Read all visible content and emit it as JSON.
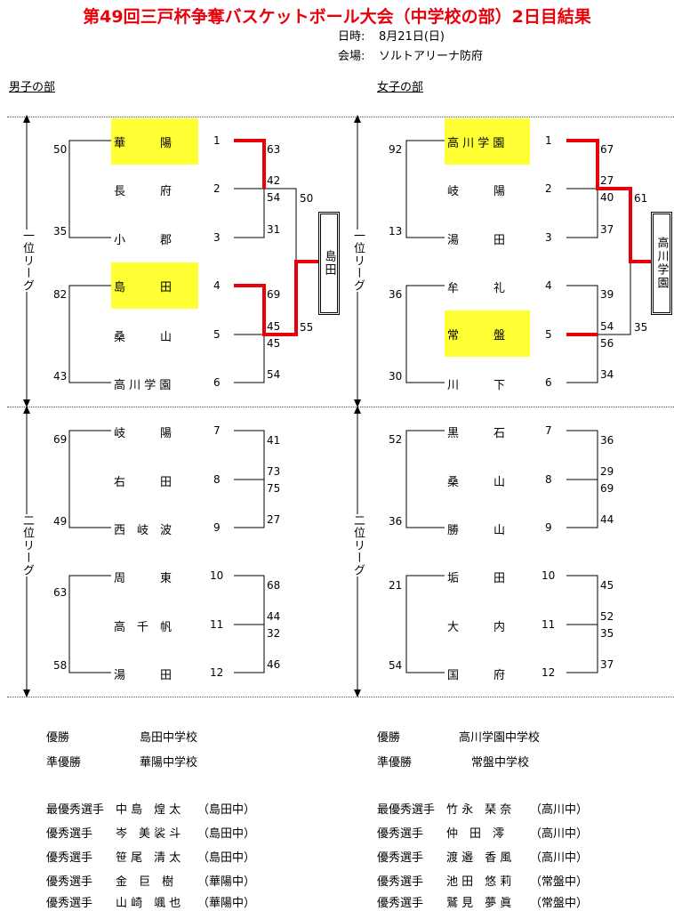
{
  "title": "第49回三戸杯争奪バスケットボール大会（中学校の部）2日目結果",
  "date_label": "日時:",
  "date_value": "8月21日(日)",
  "venue_label": "会場:",
  "venue_value": "ソルトアリーナ防府",
  "boys": {
    "header": "男子の部",
    "league1_label": "一位リーグ",
    "league2_label": "二位リーグ",
    "teams": [
      "華　　　陽",
      "長　　　府",
      "小　　　郡",
      "島　　　田",
      "桑　　　山",
      "高 川 学 園",
      "岐　　　陽",
      "右　　　田",
      "西　岐　波",
      "周　　　東",
      "高　千　帆",
      "湯　　　田"
    ],
    "numbers": [
      "1",
      "2",
      "3",
      "4",
      "5",
      "6",
      "7",
      "8",
      "9",
      "10",
      "11",
      "12"
    ],
    "left_scores": [
      "50",
      "35",
      "82",
      "43",
      "69",
      "49",
      "63",
      "58"
    ],
    "right_scores": [
      "63",
      "42",
      "54",
      "31",
      "69",
      "45",
      "45",
      "54",
      "41",
      "73",
      "75",
      "27",
      "68",
      "44",
      "32",
      "46"
    ],
    "final_scores": [
      "50",
      "55"
    ],
    "winner": "島田"
  },
  "girls": {
    "header": "女子の部",
    "league1_label": "一位リーグ",
    "league2_label": "二位リーグ",
    "teams": [
      "高 川 学 園",
      "岐　　　陽",
      "湯　　　田",
      "牟　　　礼",
      "常　　　盤",
      "川　　　下",
      "黒　　　石",
      "桑　　　山",
      "勝　　　山",
      "垢　　　田",
      "大　　　内",
      "国　　　府"
    ],
    "numbers": [
      "1",
      "2",
      "3",
      "4",
      "5",
      "6",
      "7",
      "8",
      "9",
      "10",
      "11",
      "12"
    ],
    "left_scores": [
      "92",
      "13",
      "36",
      "30",
      "52",
      "36",
      "21",
      "54"
    ],
    "right_scores": [
      "67",
      "27",
      "40",
      "37",
      "39",
      "54",
      "56",
      "34",
      "36",
      "29",
      "69",
      "44",
      "45",
      "52",
      "35",
      "37"
    ],
    "final_scores": [
      "61",
      "35"
    ],
    "winner": "高川学園"
  },
  "results_boys": [
    {
      "label": "優勝",
      "value": "島田中学校"
    },
    {
      "label": "準優勝",
      "value": "華陽中学校"
    }
  ],
  "results_girls": [
    {
      "label": "優勝",
      "value": "高川学園中学校"
    },
    {
      "label": "準優勝",
      "value": "常盤中学校"
    }
  ],
  "players_boys": [
    {
      "label": "最優秀選手",
      "name": "中 島　煌 太",
      "school": "（島田中）"
    },
    {
      "label": "優秀選手",
      "name": "岑　美 裟 斗",
      "school": "（島田中）"
    },
    {
      "label": "優秀選手",
      "name": "笹 尾　清 太",
      "school": "（島田中）"
    },
    {
      "label": "優秀選手",
      "name": "金　巨　樹",
      "school": "（華陽中）"
    },
    {
      "label": "優秀選手",
      "name": "山 崎　颯 也",
      "school": "（華陽中）"
    }
  ],
  "players_girls": [
    {
      "label": "最優秀選手",
      "name": "竹 永　琹 奈",
      "school": "（高川中）"
    },
    {
      "label": "優秀選手",
      "name": "仲　田　澪",
      "school": "（高川中）"
    },
    {
      "label": "優秀選手",
      "name": "渡 邉　香 風",
      "school": "（高川中）"
    },
    {
      "label": "優秀選手",
      "name": "池 田　悠 莉",
      "school": "（常盤中）"
    },
    {
      "label": "優秀選手",
      "name": "鷲 見　夢 眞",
      "school": "（常盤中）"
    }
  ],
  "colors": {
    "title": "#e8000b",
    "highlight": "#ffff33",
    "win_line": "#e8000b"
  }
}
